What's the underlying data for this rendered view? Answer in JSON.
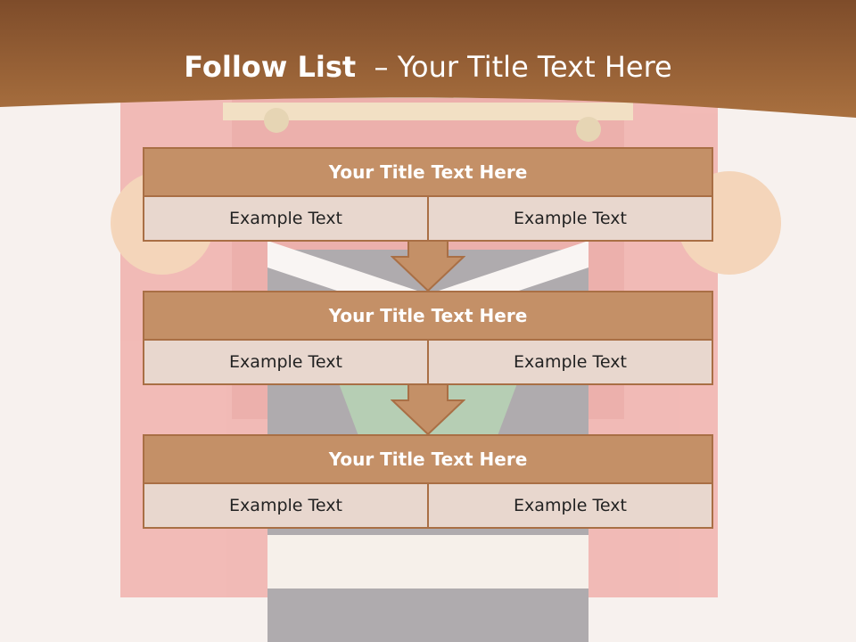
{
  "slide": {
    "title_bold": "Follow List",
    "title_rest": "  – Your Title Text Here"
  },
  "blocks": [
    {
      "title": "Your Title Text Here",
      "cells": [
        "Example Text",
        "Example Text"
      ]
    },
    {
      "title": "Your Title Text Here",
      "cells": [
        "Example Text",
        "Example Text"
      ]
    },
    {
      "title": "Your Title Text Here",
      "cells": [
        "Example Text",
        "Example Text"
      ]
    }
  ],
  "colors": {
    "header": "#8a5630",
    "block_title": "#c49067",
    "block_row": "#e8d7ce",
    "border": "#a96f45"
  }
}
